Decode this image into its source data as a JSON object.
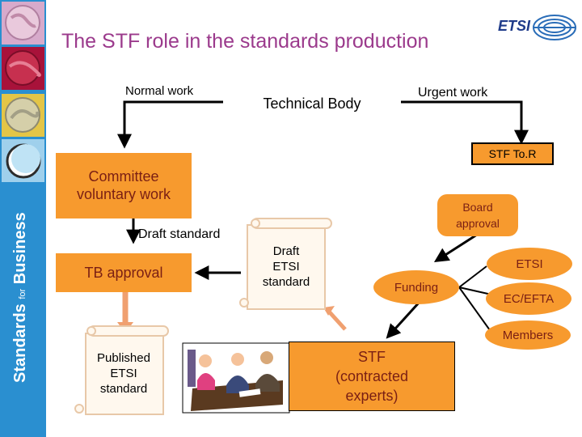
{
  "slide": {
    "title": "The STF role in the standards production",
    "brand": {
      "pre": "Standards",
      "mid": "for",
      "post": "Business"
    }
  },
  "logo": {
    "text": "ETSI"
  },
  "labels": {
    "normal_work": "Normal work",
    "urgent_work": "Urgent work",
    "technical_body": "Technical Body",
    "stf_tor": "STF To.R",
    "committee_line1": "Committee",
    "committee_line2": "voluntary work",
    "board_line1": "Board",
    "board_line2": "approval",
    "draft_standard": "Draft standard",
    "tb_approval": "TB approval",
    "draft_etsi_line1": "Draft",
    "draft_etsi_line2": "ETSI",
    "draft_etsi_line3": "standard",
    "etsi": "ETSI",
    "funding": "Funding",
    "ec_efta": "EC/EFTA",
    "members": "Members",
    "published_line1": "Published",
    "published_line2": "ETSI",
    "published_line3": "standard",
    "stf_line1": "STF",
    "stf_line2": "(contracted",
    "stf_line3": "experts)"
  },
  "colors": {
    "orange_box": "#f79a2e",
    "title": "#9b3a8c",
    "sidebar": "#2a8fd0",
    "scroll": "#fff8ee"
  }
}
